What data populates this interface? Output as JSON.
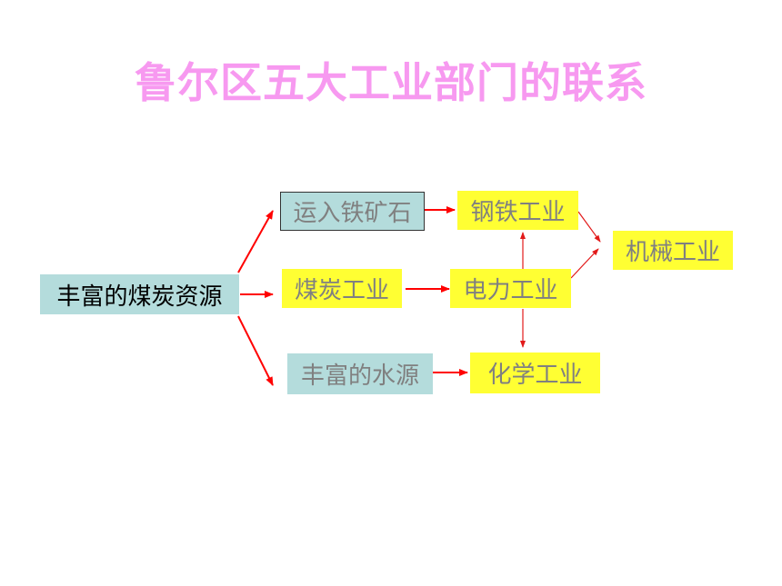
{
  "title": "鲁尔区五大工业部门的联系",
  "colors": {
    "title": "#f799f0",
    "teal_fill": "#b4dcdc",
    "yellow_fill": "#ffff33",
    "node_text_gray": "#808080",
    "node_text_black": "#000000",
    "arrow": "#ff0000",
    "arrow_thin": "#e21a1a"
  },
  "nodes": {
    "coal_resources": "丰富的煤炭资源",
    "iron_ore": "运入铁矿石",
    "coal_industry": "煤炭工业",
    "water": "丰富的水源",
    "steel": "钢铁工业",
    "power": "电力工业",
    "chemical": "化学工业",
    "machinery": "机械工业"
  }
}
